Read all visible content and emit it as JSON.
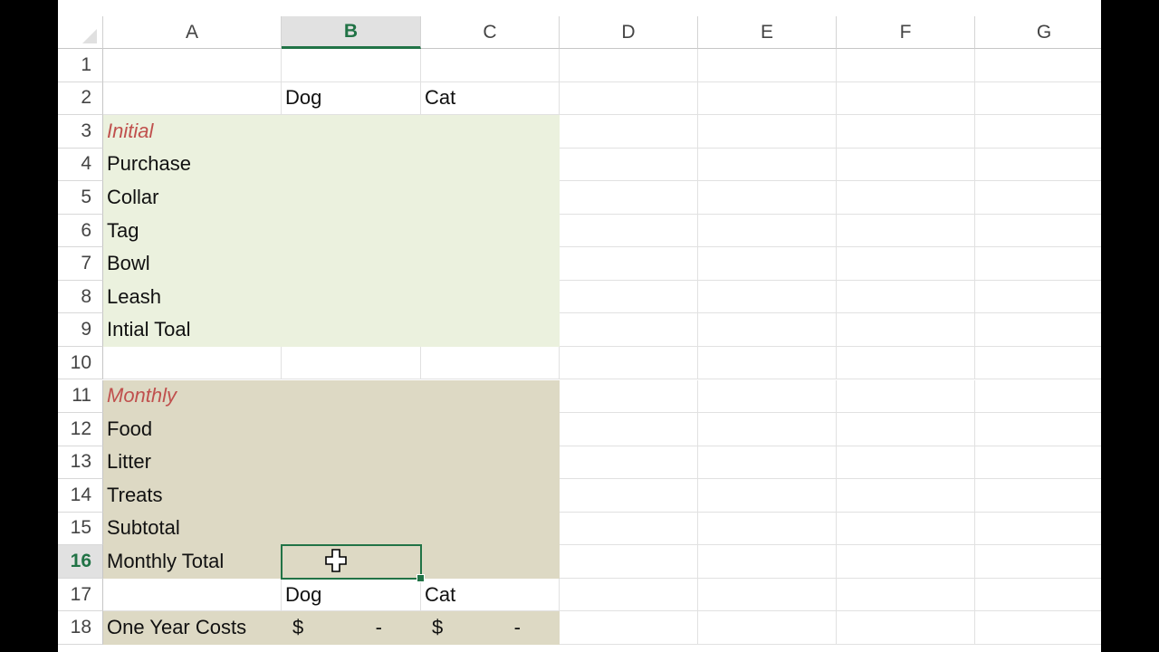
{
  "columns": [
    "A",
    "B",
    "C",
    "D",
    "E",
    "F",
    "G"
  ],
  "active_column": "B",
  "rows": [
    "1",
    "2",
    "3",
    "4",
    "5",
    "6",
    "7",
    "8",
    "9",
    "10",
    "11",
    "12",
    "13",
    "14",
    "15",
    "16",
    "17",
    "18"
  ],
  "active_row": "16",
  "cells": {
    "B2": "Dog",
    "C2": "Cat",
    "A3": "Initial",
    "A4": "Purchase",
    "A5": "Collar",
    "A6": "Tag",
    "A7": "Bowl",
    "A8": "Leash",
    "A9": "Intial Toal",
    "A11": "Monthly",
    "A12": "Food",
    "A13": "Litter",
    "A14": "Treats",
    "A15": "Subtotal",
    "A16": "Monthly Total",
    "B17": "Dog",
    "C17": "Cat",
    "A18": "One Year Costs",
    "B18_sign": "$",
    "B18_value": "-",
    "C18_sign": "$",
    "C18_value": "-"
  },
  "selected_cell": "B16",
  "colors": {
    "initial_fill": "#ebf1de",
    "monthly_fill": "#ddd9c4",
    "section_label": "#c0504d",
    "accent": "#217346"
  },
  "cursor_icon": "move-cursor-icon"
}
